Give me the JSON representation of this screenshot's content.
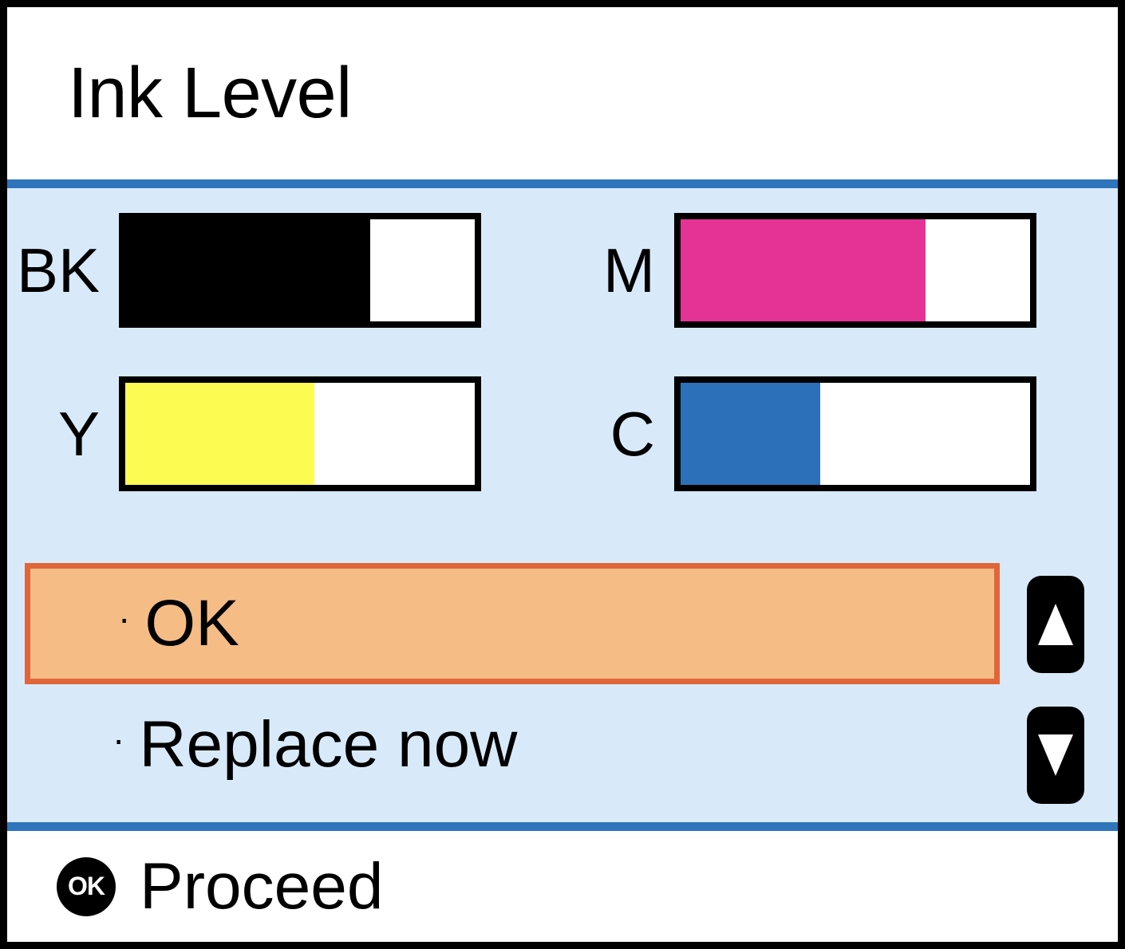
{
  "screen": {
    "title": "Ink Level",
    "background": "#ffffff",
    "panel_background": "#d8eaf9",
    "divider_color": "#2e75bc",
    "border_color": "#000000"
  },
  "ink_levels": {
    "gauge_outline_color": "#000000",
    "gauge_empty_color": "#ffffff",
    "items": [
      {
        "code": "BK",
        "name": "black",
        "fill_percent": 70,
        "color": "#000000"
      },
      {
        "code": "M",
        "name": "magenta",
        "fill_percent": 70,
        "color": "#e53395"
      },
      {
        "code": "Y",
        "name": "yellow",
        "fill_percent": 54,
        "color": "#fbfb52"
      },
      {
        "code": "C",
        "name": "cyan",
        "fill_percent": 40,
        "color": "#2d70ba"
      }
    ]
  },
  "options": {
    "bullet": "·",
    "selected_fill": "#f5bc85",
    "selected_border": "#e0663a",
    "items": [
      {
        "label": "OK",
        "selected": true
      },
      {
        "label": "Replace now",
        "selected": false
      }
    ]
  },
  "scroll": {
    "up_icon": "triangle-up-icon",
    "down_icon": "triangle-down-icon",
    "button_color": "#000000",
    "arrow_color": "#ffffff"
  },
  "footer": {
    "badge_text": "OK",
    "badge_icon": "ok-button-icon",
    "label": "Proceed"
  }
}
